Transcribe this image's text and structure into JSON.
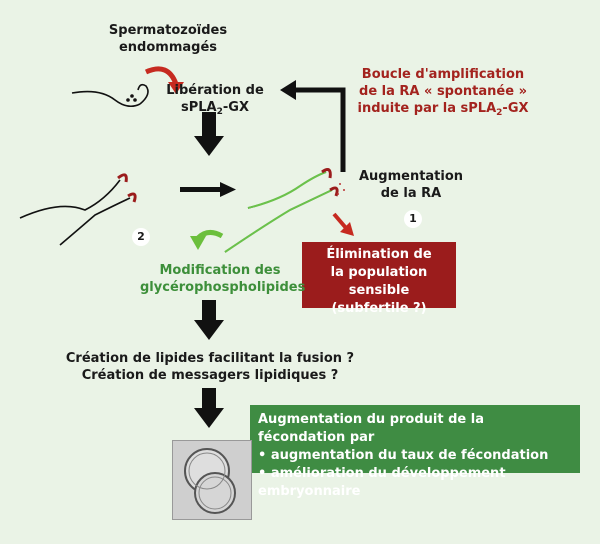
{
  "labels": {
    "damaged_sperm": [
      "Spermatozoïdes",
      "endommagés"
    ],
    "release": [
      "Libération de",
      "sPLA",
      "2",
      "-GX"
    ],
    "amplification_loop": [
      "Boucle d'amplification",
      "de la RA « spontanée »",
      "induite par la sPLA",
      "2",
      "-GX"
    ],
    "ra_increase": [
      "Augmentation",
      "de la RA"
    ],
    "badge_1": "1",
    "badge_2": "2",
    "glycero_mod": [
      "Modification des",
      "glycérophospholipides"
    ],
    "lipid_creation": [
      "Création de lipides facilitant la fusion ?",
      "Création de messagers lipidiques ?"
    ]
  },
  "elimination_box": [
    "Élimination de",
    "la population sensible",
    "(subfertile ?)"
  ],
  "result_box": [
    "Augmentation du produit de la fécondation par",
    "• augmentation du taux de fécondation",
    "• amélioration du développement embryonnaire"
  ],
  "colors": {
    "background": "#eaf3e6",
    "red_text": "#a3231e",
    "green_text": "#3d8f3a",
    "red_box": "#9b1c1c",
    "green_box": "#3f8c43"
  }
}
